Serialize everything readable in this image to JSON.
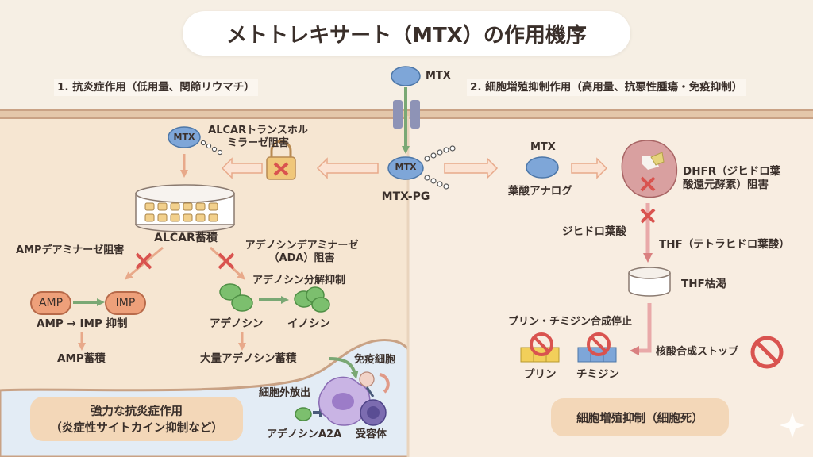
{
  "title": "メトトレキサート（MTX）の作用機序",
  "left_heading": "1. 抗炎症作用（低用量、関節リウマチ）",
  "right_heading": "2. 細胞増殖抑制作用（高用量、抗悪性腫瘍・免疫抑制）",
  "top": {
    "mtx": "MTX",
    "mtx_pg": "MTX-PG"
  },
  "left": {
    "mtx": "MTX",
    "alcar_inhibition": [
      "ALCARトランスホル",
      "ミラーゼ阻害"
    ],
    "alcar_accum": "ALCAR蓄積",
    "amp_deaminase": "AMPデアミナーゼ阻害",
    "ada_inhibition": [
      "アデノシンデアミナーゼ",
      "（ADA）阻害"
    ],
    "adenosine_breakdown": "アデノシン分解抑制",
    "amp": "AMP",
    "imp": "IMP",
    "amp_to_imp": "AMP → IMP 抑制",
    "amp_accum": "AMP蓄積",
    "adenosine": "アデノシン",
    "inosine": "イノシン",
    "adenosine_accum": "大量アデノシン蓄積",
    "immune_cell": "免疫細胞",
    "release": "細胞外放出",
    "a2a": "アデノシンA2A",
    "receptor": "受容体",
    "effect": [
      "強力な抗炎症作用",
      "（炎症性サイトカイン抑制など）"
    ]
  },
  "right": {
    "mtx": "MTX",
    "folate_analog": "葉酸アナログ",
    "dhfr": [
      "DHFR（ジヒドロ葉",
      "酸還元酵素）阻害"
    ],
    "dihydrofolate": "ジヒドロ葉酸",
    "thf": "THF（テトラヒドロ葉酸）",
    "thf_depletion": "THF枯渇",
    "synthesis_stop": "プリン・チミジン合成停止",
    "nucleic_stop": "核酸合成ストップ",
    "purine": "プリン",
    "thymidine": "チミジン",
    "effect": "細胞増殖抑制（細胞死）"
  },
  "colors": {
    "mtx_blue": "#7ea6d8",
    "arrow_orange": "#e8a98a",
    "inhibit_red": "#d9534f",
    "adenosine_green": "#7cbf6e",
    "membrane": "#e4c7aa"
  }
}
